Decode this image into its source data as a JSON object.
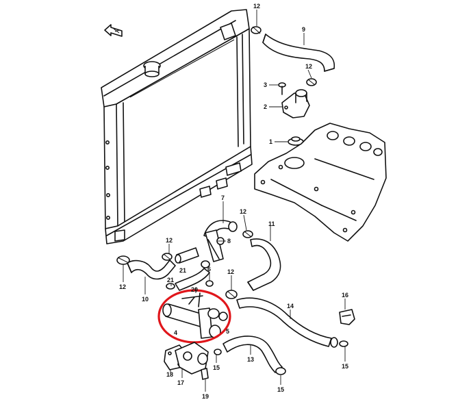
{
  "diagram": {
    "callouts": [
      "12",
      "9",
      "12",
      "3",
      "2",
      "1",
      "7",
      "12",
      "11",
      "8",
      "12",
      "21",
      "20",
      "6",
      "12",
      "10",
      "21",
      "12",
      "14",
      "16",
      "4",
      "5",
      "13",
      "15",
      "18",
      "17",
      "15",
      "19",
      "15"
    ],
    "highlight_color": "#e0161b"
  }
}
